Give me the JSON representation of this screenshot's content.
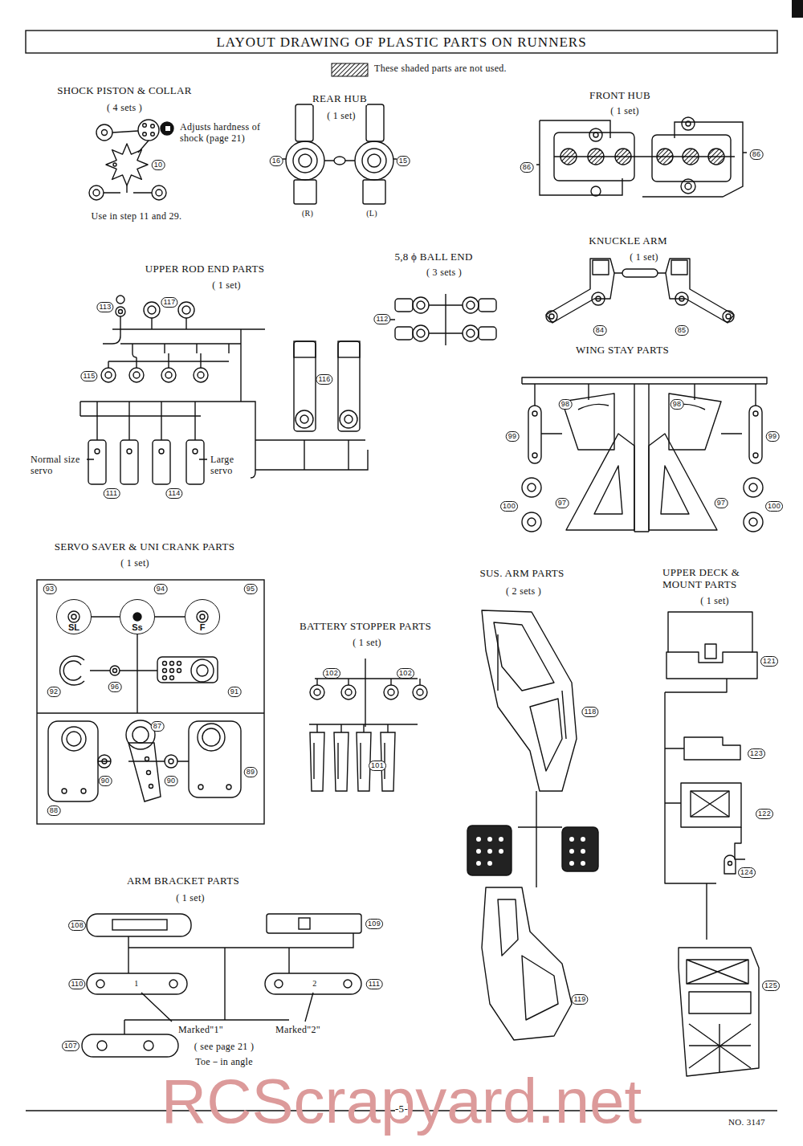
{
  "diagram": {
    "title": "LAYOUT DRAWING OF PLASTIC PARTS ON RUNNERS",
    "nodes": [
      {
        "text": [
          "SL"
        ]
      },
      {
        "text": [
          "Ss"
        ]
      },
      {
        "text": [
          "F"
        ]
      }
    ],
    "labels": [
      "SHOCK PISTON & COLLAR",
      "( 4 sets )",
      "Adjusts hardness of shock (page 21)",
      "10",
      "Use in step 11 and 29.",
      "REAR HUB",
      "( 1 set)",
      "16",
      "15",
      "(R)",
      "(L)",
      "FRONT HUB",
      "( 1 set)",
      "86",
      "86",
      "UPPER ROD END PARTS",
      "( 1 set)",
      "113",
      "117",
      "115",
      "116",
      "Normal size servo",
      "Large servo",
      "111",
      "114",
      "5,8 ϕ BALL END",
      "( 3 sets )",
      "112",
      "KNUCKLE ARM",
      "( 1 set)",
      "84",
      "85",
      "WING STAY PARTS",
      "98",
      "98",
      "99",
      "99",
      "100",
      "100",
      "97",
      "97",
      "SERVO SAVER & UNI CRANK PARTS",
      "( 1 set)",
      "93",
      "94",
      "95",
      "92",
      "96",
      "91",
      "87",
      "88",
      "90",
      "90",
      "89",
      "BATTERY STOPPER PARTS",
      "( 1 set)",
      "102",
      "102",
      "101",
      "SUS. ARM PARTS",
      "( 2 sets )",
      "118",
      "119",
      "UPPER DECK & MOUNT PARTS",
      "( 1 set)",
      "121",
      "123",
      "122",
      "124",
      "125",
      "ARM BRACKET PARTS",
      "( 1 set)",
      "108",
      "109",
      "110",
      "111",
      "107",
      "1",
      "2",
      "Marked\"1\"",
      "Marked\"2\"",
      "( see page 21 )",
      "Toe－in angle",
      "-5-",
      "NO. 3147",
      "RCScrapyard.net"
    ],
    "legend": [
      {
        "text": "These shaded parts are not used."
      }
    ]
  }
}
